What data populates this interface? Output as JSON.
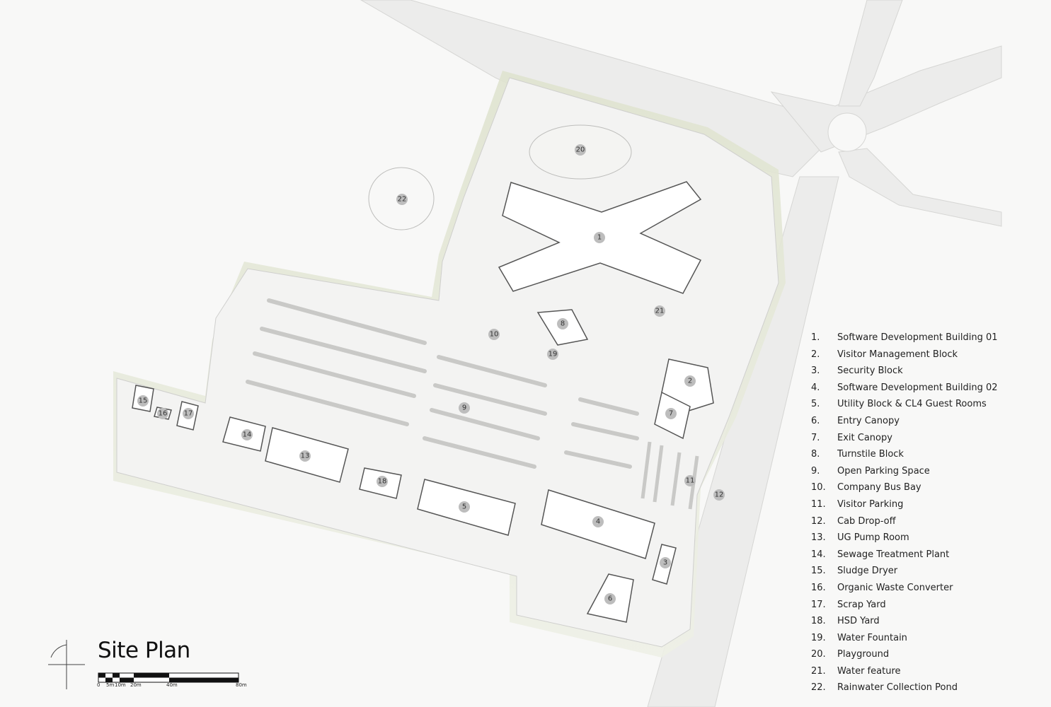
{
  "title": "Site Plan",
  "scale_bar": {
    "labels": [
      "0",
      "5m",
      "10m",
      "20m",
      "40m",
      "80m"
    ]
  },
  "legend": [
    {
      "num": "1.",
      "label": "Software Development Building 01"
    },
    {
      "num": "2.",
      "label": "Visitor Management Block"
    },
    {
      "num": "3.",
      "label": "Security Block"
    },
    {
      "num": "4.",
      "label": "Software Development Building 02"
    },
    {
      "num": "5.",
      "label": "Utility Block & CL4 Guest Rooms"
    },
    {
      "num": "6.",
      "label": "Entry Canopy"
    },
    {
      "num": "7.",
      "label": "Exit Canopy"
    },
    {
      "num": "8.",
      "label": "Turnstile Block"
    },
    {
      "num": "9.",
      "label": "Open Parking Space"
    },
    {
      "num": "10.",
      "label": "Company Bus Bay"
    },
    {
      "num": "11.",
      "label": "Visitor Parking"
    },
    {
      "num": "12.",
      "label": "Cab Drop-off"
    },
    {
      "num": "13.",
      "label": "UG Pump Room"
    },
    {
      "num": "14.",
      "label": "Sewage Treatment Plant"
    },
    {
      "num": "15.",
      "label": "Sludge Dryer"
    },
    {
      "num": "16.",
      "label": "Organic Waste Converter"
    },
    {
      "num": "17.",
      "label": "Scrap Yard"
    },
    {
      "num": "18.",
      "label": "HSD Yard"
    },
    {
      "num": "19.",
      "label": "Water Fountain"
    },
    {
      "num": "20.",
      "label": "Playground"
    },
    {
      "num": "21.",
      "label": "Water feature"
    },
    {
      "num": "22.",
      "label": "Rainwater Collection Pond"
    }
  ],
  "markers": [
    "1",
    "2",
    "3",
    "4",
    "5",
    "6",
    "7",
    "8",
    "9",
    "10",
    "11",
    "12",
    "13",
    "14",
    "15",
    "16",
    "17",
    "18",
    "19",
    "20",
    "21",
    "22"
  ],
  "colors": {
    "background": "#f8f8f7",
    "landscape": "#dfe3cf",
    "marker": "#bdbdbd",
    "building": "#ffffff",
    "outline": "#555555"
  }
}
